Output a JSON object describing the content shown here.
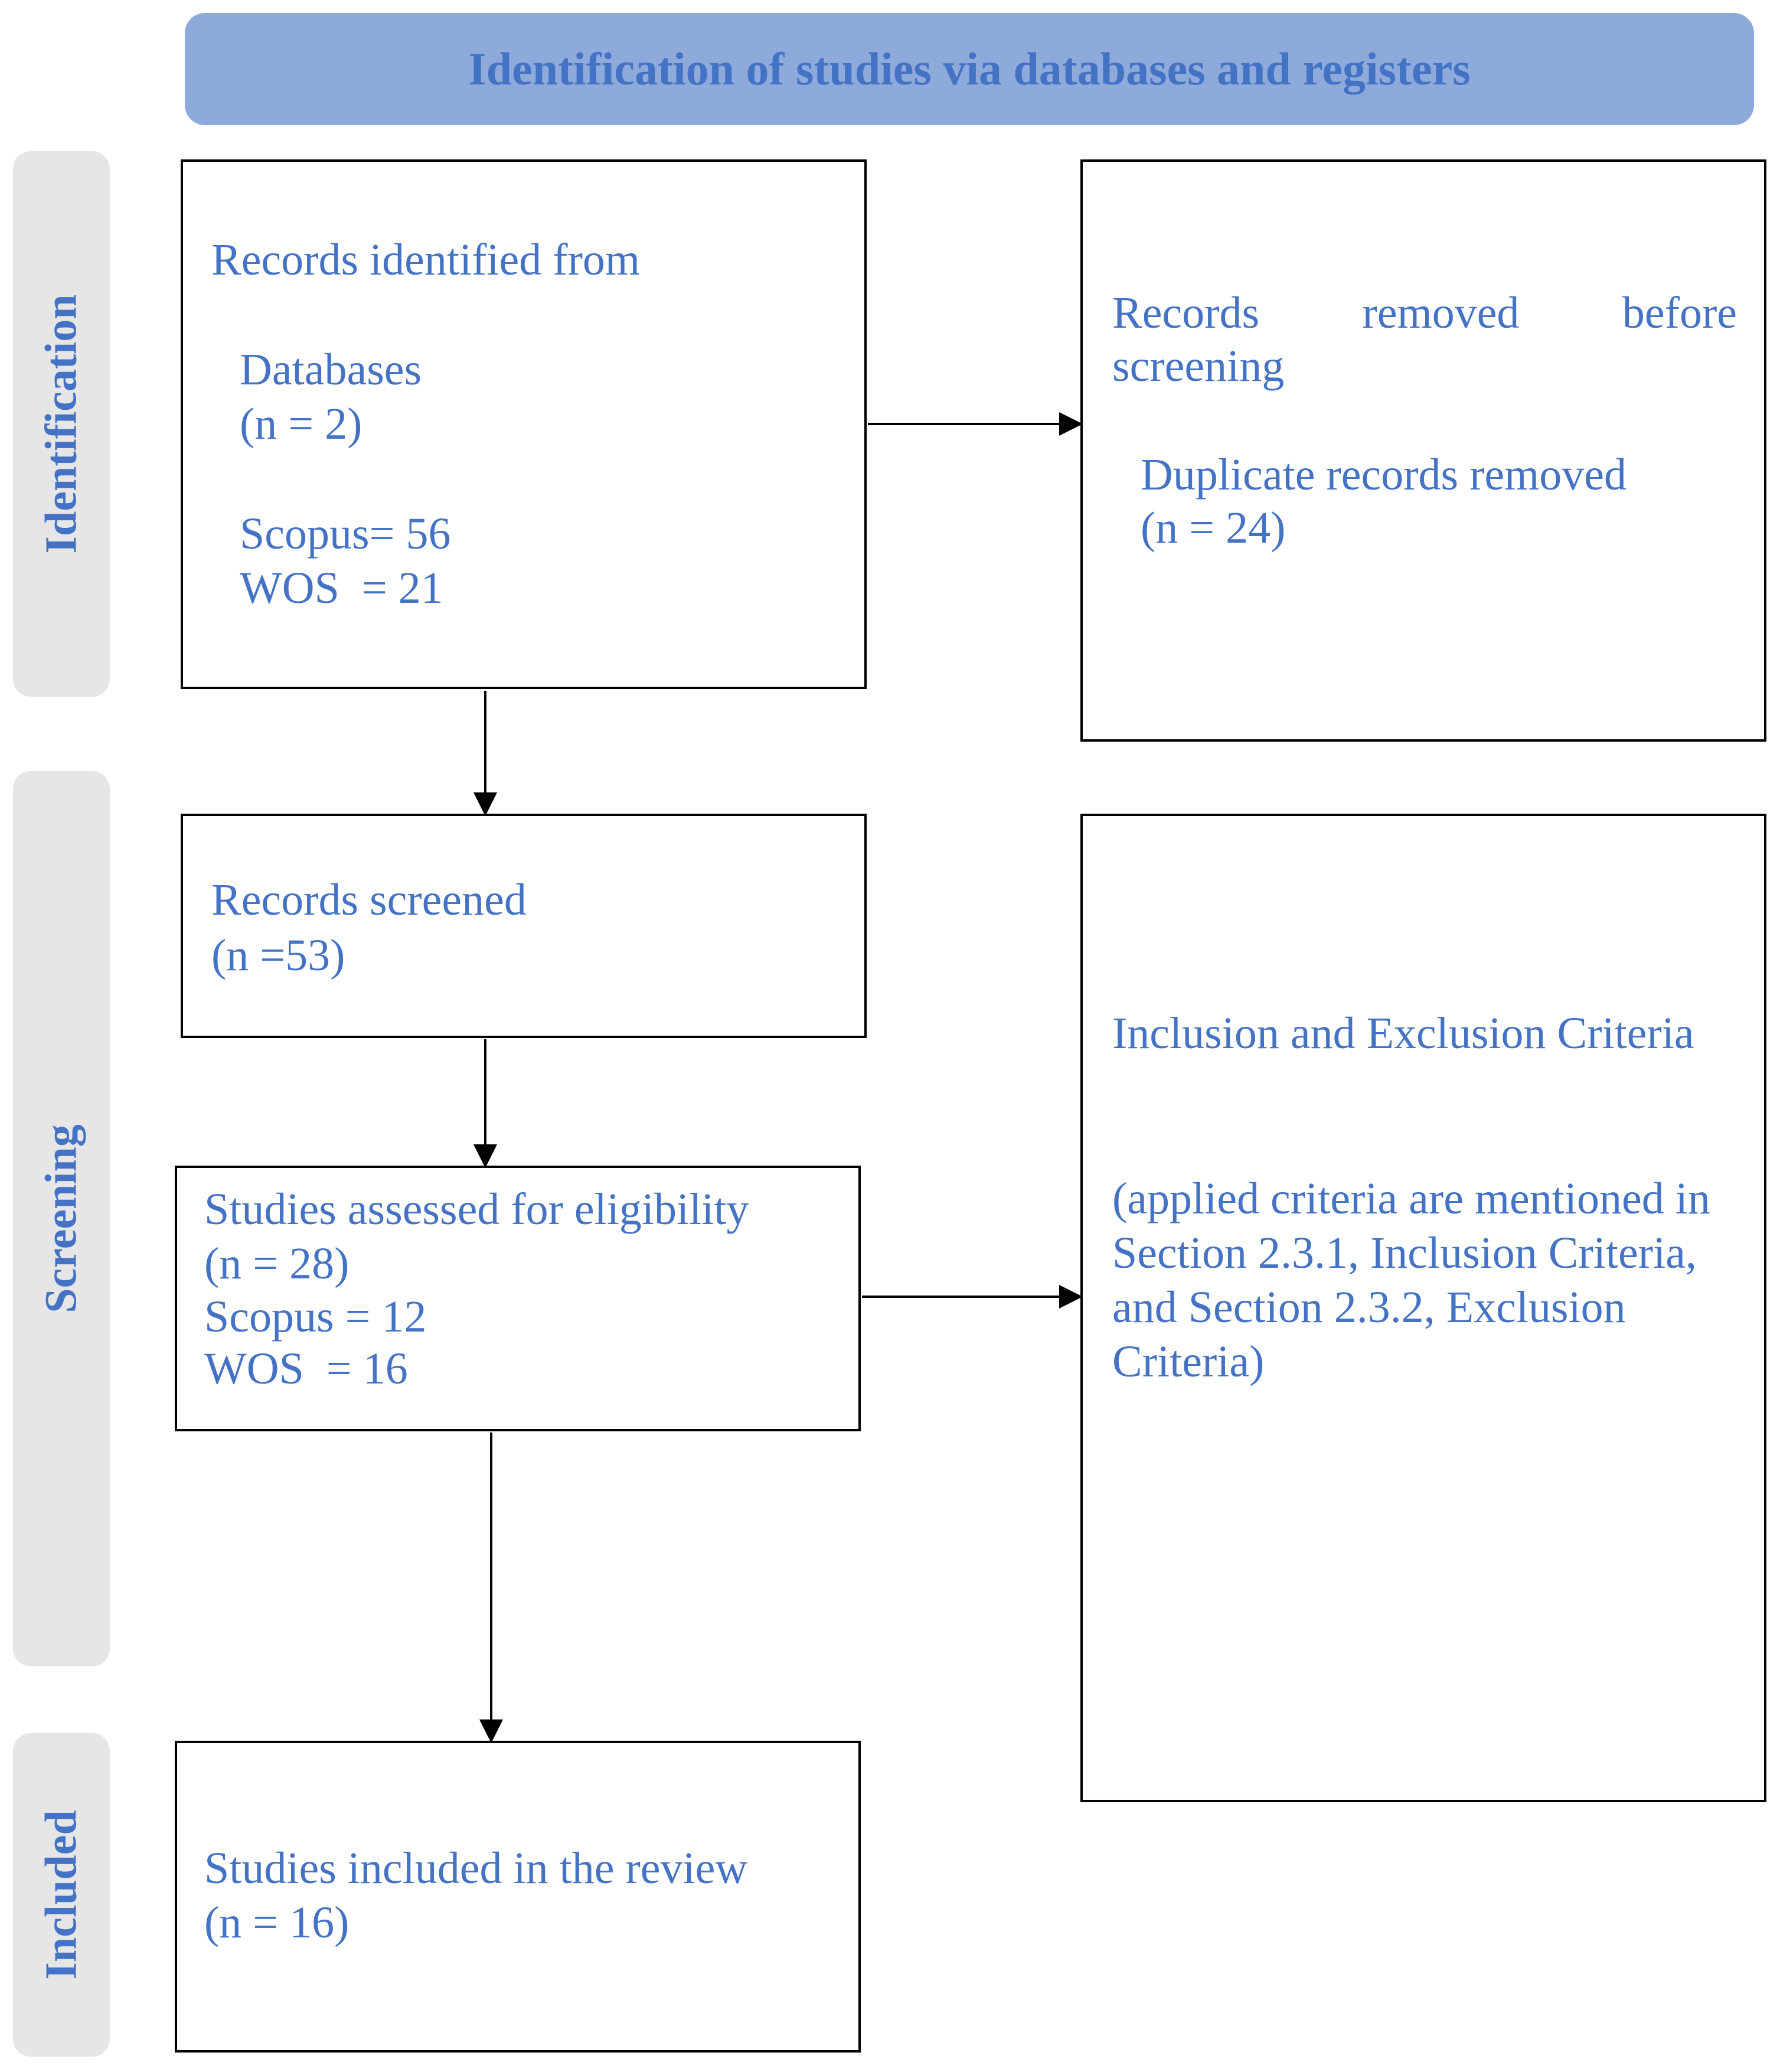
{
  "header": {
    "title": "Identification of studies via databases and registers"
  },
  "phases": {
    "identification": "Identification",
    "screening": "Screening",
    "included": "Included"
  },
  "records_identified": {
    "heading": "Records identified from",
    "databases_label": "Databases",
    "databases_count": "(n = 2)",
    "scopus": "Scopus= 56",
    "wos": "WOS  = 21"
  },
  "records_removed": {
    "heading_line1": "Records removed before",
    "heading_line2": "screening",
    "duplicates_label": "Duplicate records removed",
    "duplicates_count": "(n = 24)"
  },
  "records_screened": {
    "label": "Records screened",
    "count": "(n =53)"
  },
  "eligibility": {
    "label": "Studies assessed for eligibility",
    "count": "(n = 28)",
    "scopus": "Scopus = 12",
    "wos": "WOS  = 16"
  },
  "criteria": {
    "title": "Inclusion and Exclusion Criteria",
    "note": "(applied criteria are mentioned in Section 2.3.1, Inclusion Criteria, and Section 2.3.2, Exclusion Criteria)"
  },
  "included": {
    "label": "Studies included in the review",
    "count": "(n = 16)"
  },
  "colors": {
    "text": "#4472c4",
    "header_bg": "#8eaadb",
    "phase_bg": "#e7e6e6",
    "border": "#000000"
  }
}
